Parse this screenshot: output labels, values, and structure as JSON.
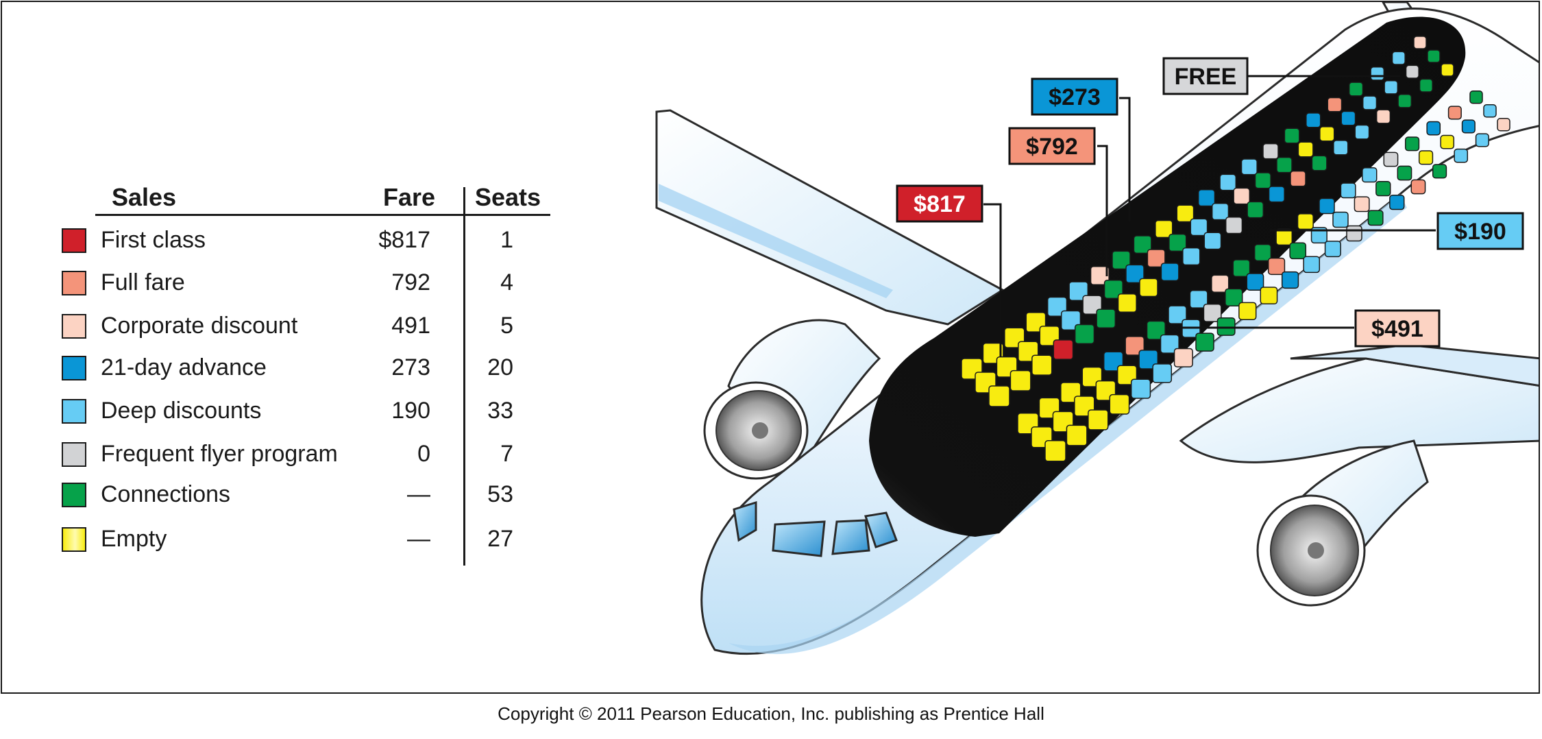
{
  "colors": {
    "first_class": "#d0202a",
    "full_fare": "#f4947a",
    "corporate_discount": "#fcd3c3",
    "advance_21day": "#0a96d6",
    "deep_discounts": "#66ccf4",
    "frequent_flyer": "#d2d3d5",
    "connections": "#06a24a",
    "empty": "#f8ec10"
  },
  "legend": {
    "headers": {
      "sales": "Sales",
      "fare": "Fare",
      "seats": "Seats"
    },
    "rows": [
      {
        "label": "First class",
        "fare": "$817",
        "seats": "1",
        "color": "#d0202a"
      },
      {
        "label": "Full fare",
        "fare": "792",
        "seats": "4",
        "color": "#f4947a"
      },
      {
        "label": "Corporate discount",
        "fare": "491",
        "seats": "5",
        "color": "#fcd3c3"
      },
      {
        "label": "21-day advance",
        "fare": "273",
        "seats": "20",
        "color": "#0a96d6"
      },
      {
        "label": "Deep discounts",
        "fare": "190",
        "seats": "33",
        "color": "#66ccf4"
      },
      {
        "label": "Frequent flyer program",
        "fare": "0",
        "seats": "7",
        "color": "#d2d3d5"
      },
      {
        "label": "Connections",
        "fare": "—",
        "seats": "53",
        "color": "#06a24a"
      },
      {
        "label": "Empty",
        "fare": "—",
        "seats": "27",
        "color": "#f8ec10"
      }
    ]
  },
  "callouts": {
    "free": "FREE",
    "fare_273": "$273",
    "fare_792": "$792",
    "fare_817": "$817",
    "fare_190": "$190",
    "fare_491": "$491"
  },
  "footer": {
    "copyright": "Copyright © 2011 Pearson Education, Inc. publishing as Prentice Hall"
  }
}
